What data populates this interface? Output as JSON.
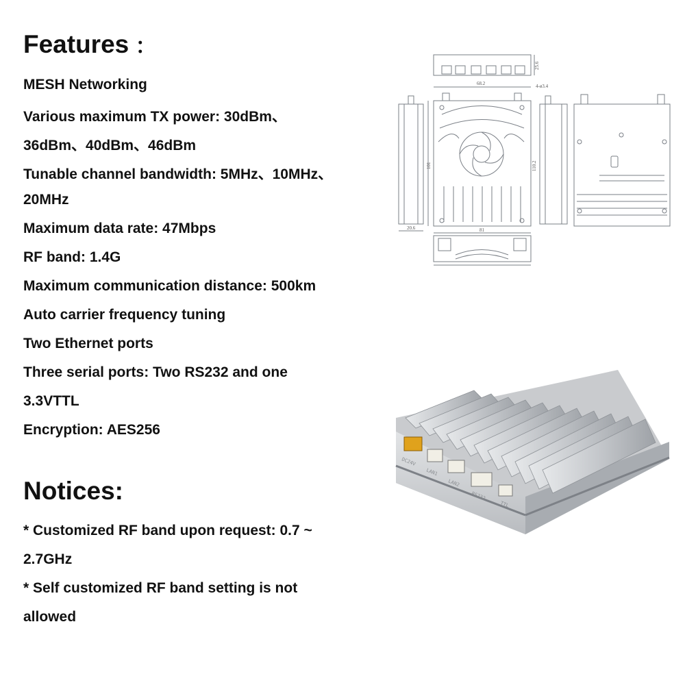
{
  "features": {
    "heading": "Features",
    "heading_suffix": "：",
    "lines": [
      "MESH Networking",
      "Various maximum TX power: 30dBm、",
      "36dBm、40dBm、46dBm",
      "Tunable channel bandwidth: 5MHz、10MHz、",
      "20MHz",
      "Maximum data rate: 47Mbps",
      "RF band: 1.4G",
      "Maximum communication distance: 500km",
      "Auto carrier frequency tuning",
      "Two Ethernet ports",
      "Three serial ports: Two RS232 and one",
      "3.3VTTL",
      "Encryption: AES256"
    ]
  },
  "notices": {
    "heading": "Notices:",
    "lines": [
      "* Customized RF band upon request: 0.7 ~",
      "2.7GHz",
      "* Self customized RF band setting is not",
      "allowed"
    ]
  },
  "drawing": {
    "dim_top_width": "68.2",
    "dim_hole": "4-ø3.4",
    "dim_top_height": "25.6",
    "dim_left_height": "101",
    "dim_right_height": "110.2",
    "dim_bottom_left": "20.6",
    "dim_bottom_width": "81"
  },
  "product": {
    "port_labels": [
      "DC24V",
      "LAN1",
      "LAN2",
      "RS232",
      "TTL"
    ],
    "connector_color": "#e0a21c",
    "body_color": "#c9cbce"
  }
}
